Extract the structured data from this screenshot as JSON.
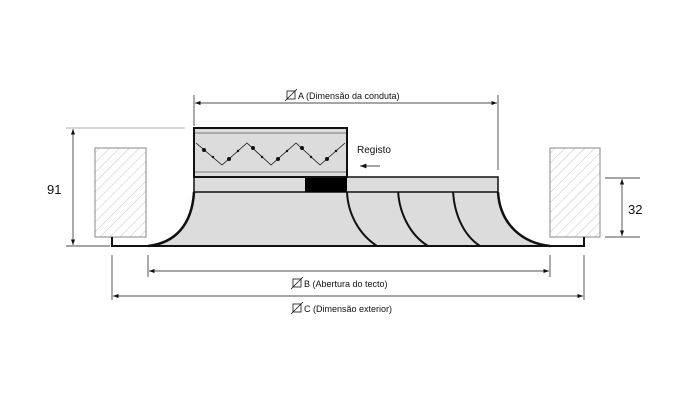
{
  "labels": {
    "dim_a": "A  (Dimensão da conduta)",
    "dim_b": "B (Abertura do tecto)",
    "dim_c": "C (Dimensão exterior)",
    "damper": "Registo",
    "height_total": "91",
    "height_body": "32"
  },
  "colors": {
    "fill": "#dcdcdc",
    "line": "#111111",
    "hatch": "#bbbbbb"
  }
}
